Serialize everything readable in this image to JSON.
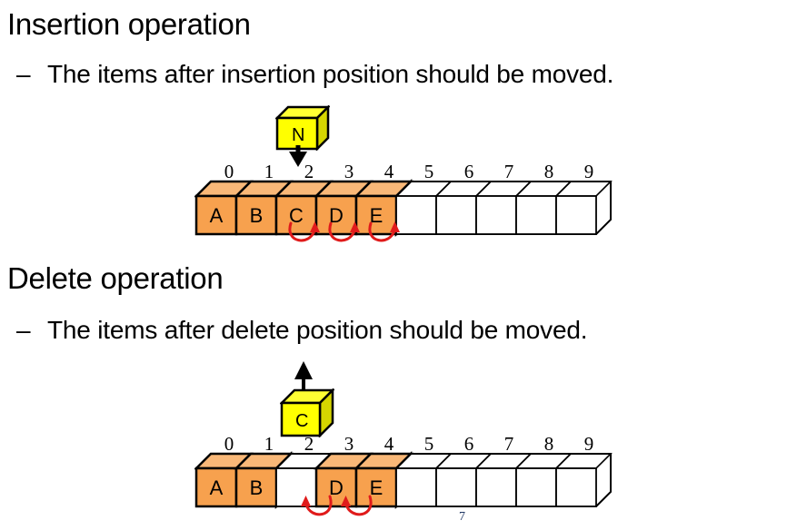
{
  "slide": {
    "page_number": "7",
    "sections": [
      {
        "id": "insertion",
        "heading": "Insertion operation",
        "bullet_dash": "–",
        "bullet_text": "The items after insertion position should be moved.",
        "cube": {
          "label": "N",
          "arrow": "down-arrow-icon"
        },
        "array": {
          "indices": [
            "0",
            "1",
            "2",
            "3",
            "4",
            "5",
            "6",
            "7",
            "8",
            "9"
          ],
          "cells": [
            {
              "index": "0",
              "value": "A",
              "filled": true
            },
            {
              "index": "1",
              "value": "B",
              "filled": true
            },
            {
              "index": "2",
              "value": "C",
              "filled": true
            },
            {
              "index": "3",
              "value": "D",
              "filled": true
            },
            {
              "index": "4",
              "value": "E",
              "filled": true
            },
            {
              "index": "5",
              "value": "",
              "filled": false
            },
            {
              "index": "6",
              "value": "",
              "filled": false
            },
            {
              "index": "7",
              "value": "",
              "filled": false
            },
            {
              "index": "8",
              "value": "",
              "filled": false
            },
            {
              "index": "9",
              "value": "",
              "filled": false
            }
          ],
          "shift_arrows": [
            {
              "from": "2",
              "to": "3",
              "direction": "right"
            },
            {
              "from": "3",
              "to": "4",
              "direction": "right"
            },
            {
              "from": "4",
              "to": "5",
              "direction": "right"
            }
          ]
        }
      },
      {
        "id": "delete",
        "heading": "Delete operation",
        "bullet_dash": "–",
        "bullet_text": "The items after delete position should be moved.",
        "cube": {
          "label": "C",
          "arrow": "up-arrow-icon"
        },
        "array": {
          "indices": [
            "0",
            "1",
            "2",
            "3",
            "4",
            "5",
            "6",
            "7",
            "8",
            "9"
          ],
          "cells": [
            {
              "index": "0",
              "value": "A",
              "filled": true
            },
            {
              "index": "1",
              "value": "B",
              "filled": true
            },
            {
              "index": "2",
              "value": "",
              "filled": false
            },
            {
              "index": "3",
              "value": "D",
              "filled": true
            },
            {
              "index": "4",
              "value": "E",
              "filled": true
            },
            {
              "index": "5",
              "value": "",
              "filled": false
            },
            {
              "index": "6",
              "value": "",
              "filled": false
            },
            {
              "index": "7",
              "value": "",
              "filled": false
            },
            {
              "index": "8",
              "value": "",
              "filled": false
            },
            {
              "index": "9",
              "value": "",
              "filled": false
            }
          ],
          "shift_arrows": [
            {
              "from": "3",
              "to": "2",
              "direction": "left"
            },
            {
              "from": "4",
              "to": "3",
              "direction": "left"
            }
          ]
        }
      }
    ]
  },
  "colors": {
    "cell_fill": "#F7A14E",
    "cell_top": "#F9B878",
    "cell_side": "#E08A36",
    "cube_front": "#FFFF00",
    "cube_top": "#FFFF66",
    "cube_side": "#D6D600",
    "arrow_red": "#E01B1B",
    "outline": "#000000",
    "page_number": "#1F3864"
  }
}
